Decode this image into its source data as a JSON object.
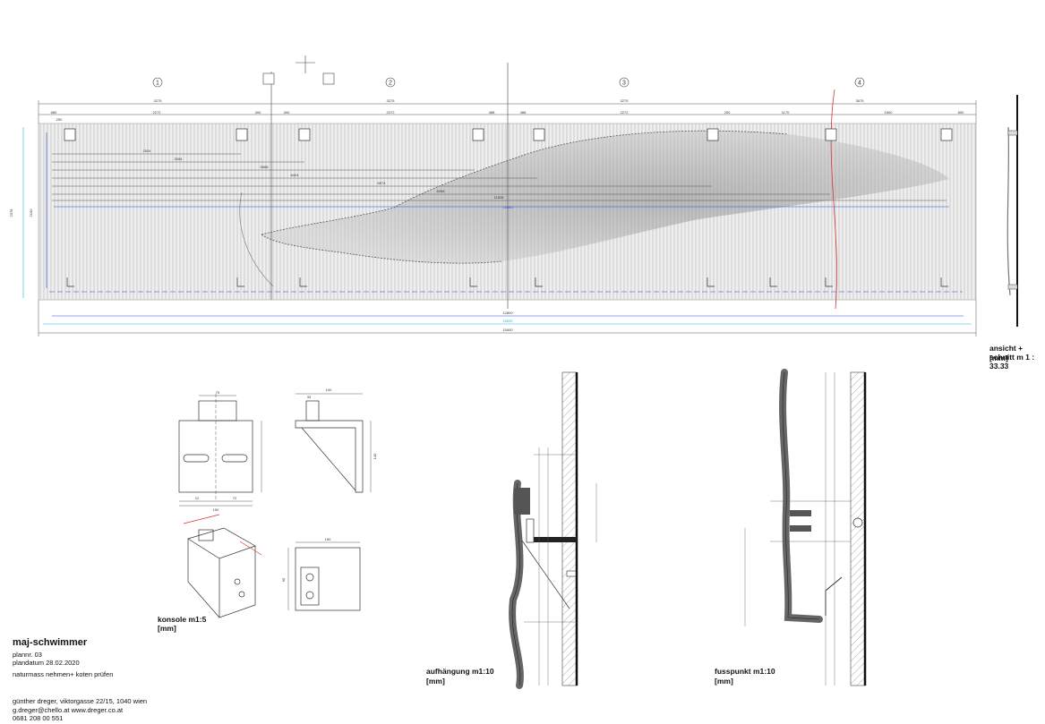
{
  "project": {
    "title": "maj-schwimmer",
    "plan_no": "plannr. 03",
    "plan_date": "plandatum  28.02.2020",
    "note": "naturmass nehmen+ koten prüfen"
  },
  "author": {
    "line1": "günther dreger, viktorgasse 22/15, 1040 wien",
    "line2": "g.dreger@chello.at   www.dreger.co.at",
    "line3": "0681 208 00 551"
  },
  "drawings": {
    "elevation": {
      "caption": "ansicht + schnitt m 1 : 33.33",
      "unit": "[mm]"
    },
    "console": {
      "caption": "konsole  m1:5",
      "unit": "[mm]"
    },
    "suspension": {
      "caption": "aufhängung  m1:10",
      "unit": "[mm]"
    },
    "foot": {
      "caption": "fusspunkt  m1:10",
      "unit": "[mm]"
    }
  },
  "axes": [
    "1",
    "2",
    "3",
    "4"
  ],
  "dims": {
    "axis_spacing": [
      "3275",
      "3275",
      "3275",
      "3675"
    ],
    "top_segments": [
      "680",
      "2272",
      "400",
      "400",
      "2272",
      "488",
      "488",
      "2272",
      "200",
      "1170",
      "1500",
      "800"
    ],
    "left_offset": "250",
    "stack": [
      "2524",
      "3284",
      "5588",
      "6424",
      "6574",
      "8268",
      "11528",
      "15400"
    ],
    "height_outer": "2378",
    "height_inner": "2100",
    "bottom_inner": "12800",
    "bottom_mid": "15000",
    "bottom_outer": "15400"
  },
  "console_dims": {
    "width_top": "75",
    "w_total": "150",
    "w_half_l": "12",
    "w_half_r": "72",
    "height": "140",
    "side_top": "100",
    "side_sub": "33",
    "side_h": "140",
    "plan_w": "160",
    "plan_h": "90"
  }
}
